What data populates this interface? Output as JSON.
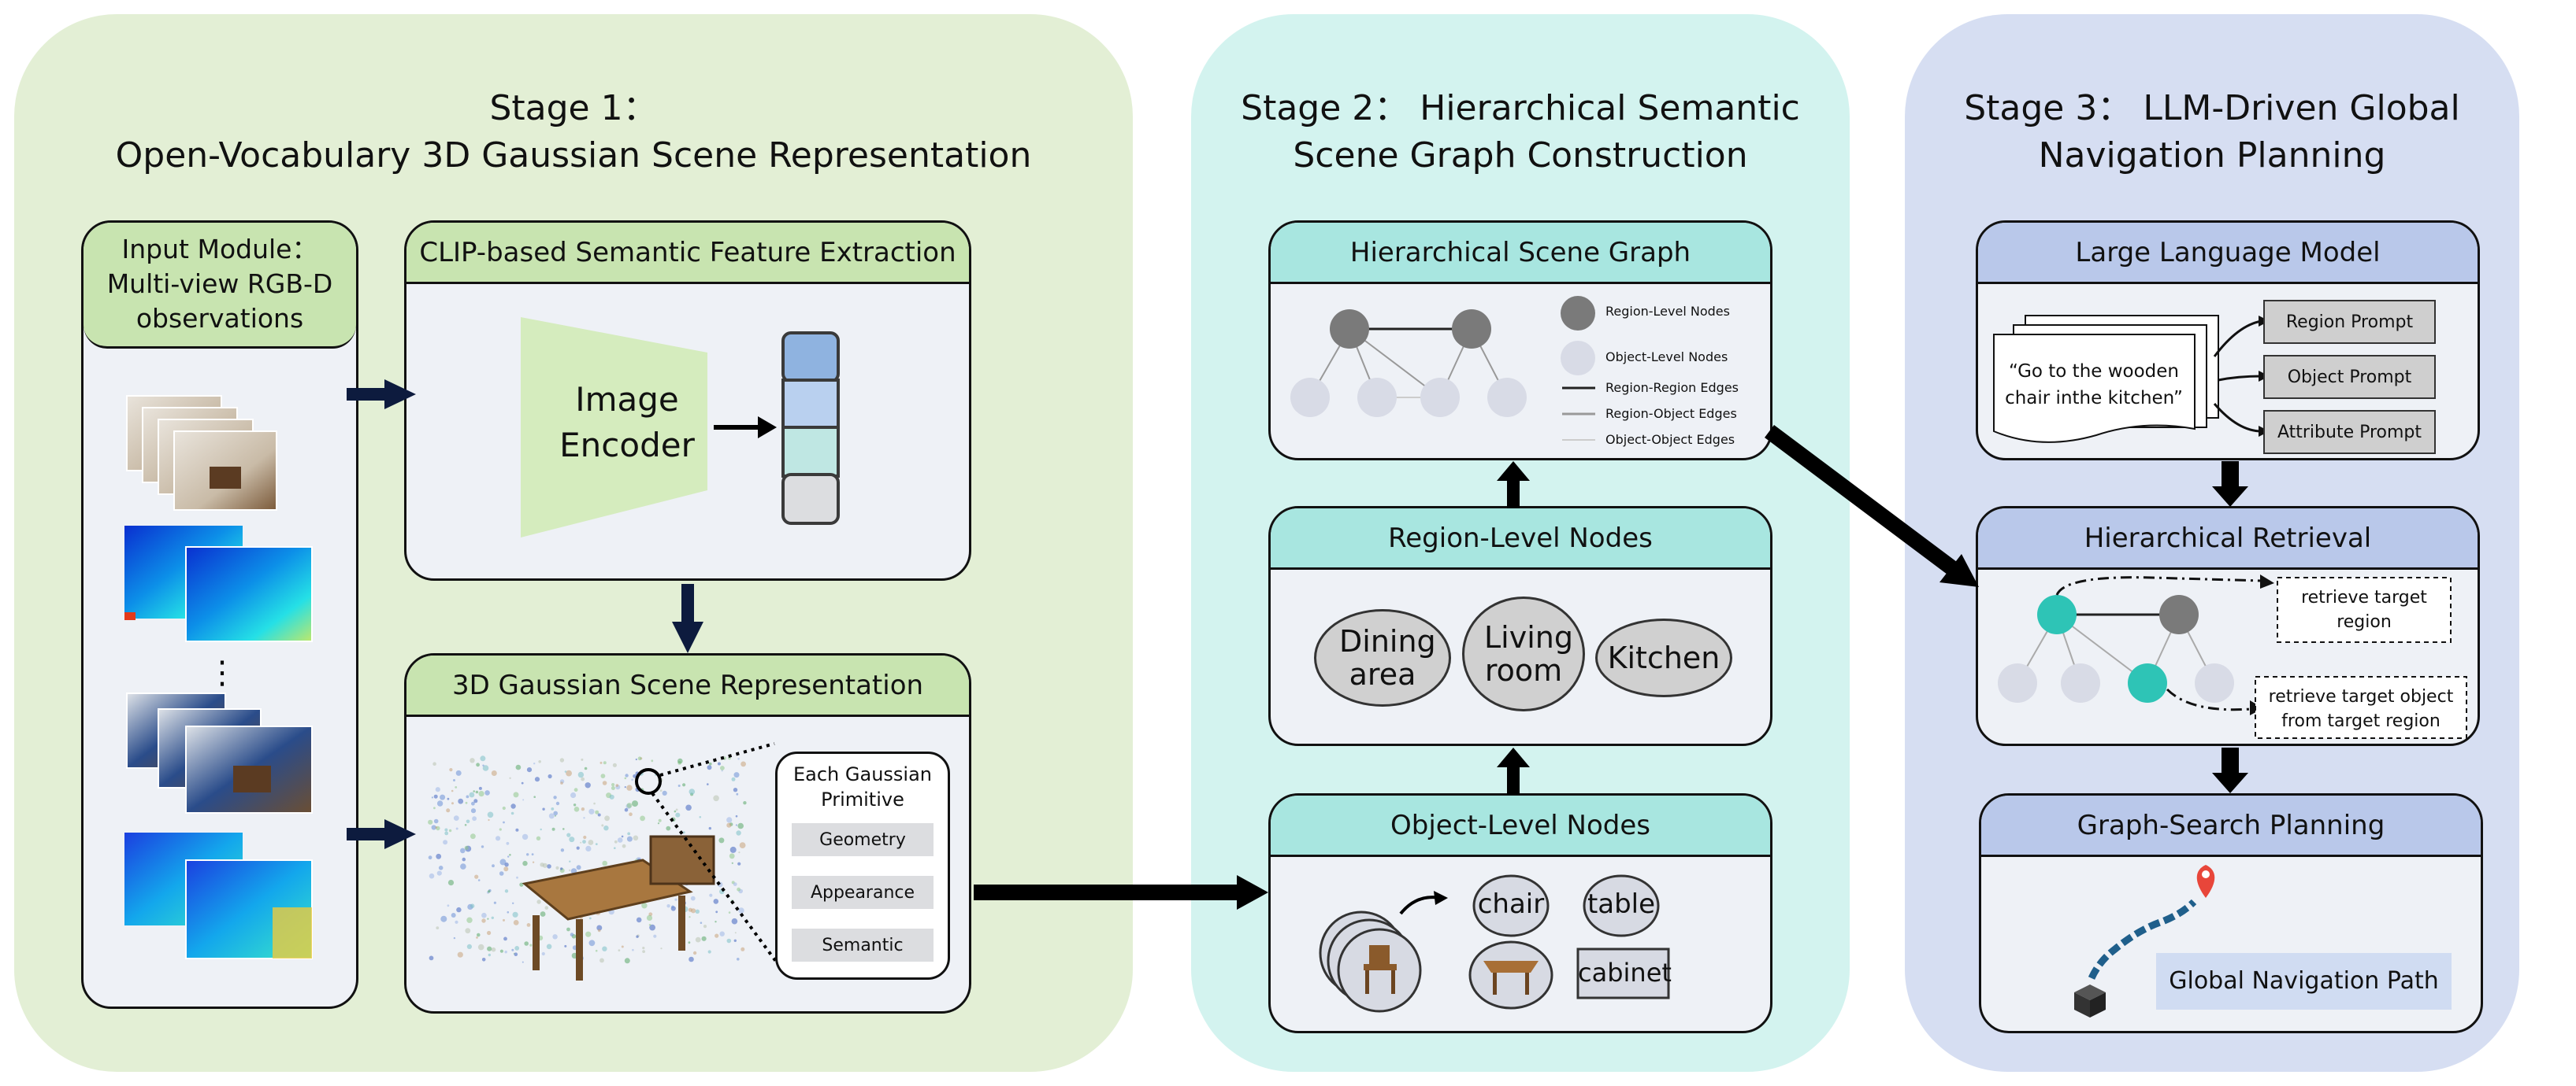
{
  "stage1": {
    "title_line1": "Stage 1：",
    "title_line2": "Open-Vocabulary 3D Gaussian Scene Representation",
    "input_module": {
      "line1": "Input Module：",
      "line2": "Multi-view RGB-D",
      "line3": "observations",
      "ellipsis": "⋮"
    },
    "clip_box": {
      "title": "CLIP-based Semantic Feature Extraction",
      "encoder_line1": "Image",
      "encoder_line2": "Encoder"
    },
    "gaussian_box": {
      "title": "3D Gaussian Scene Representation",
      "primitive_title_line1": "Each Gaussian",
      "primitive_title_line2": "Primitive",
      "attributes": [
        "Geometry",
        "Appearance",
        "Semantic"
      ]
    }
  },
  "stage2": {
    "title_line1": "Stage 2：  Hierarchical Semantic",
    "title_line2": "Scene Graph Construction",
    "scene_graph_box": {
      "title": "Hierarchical  Scene Graph",
      "legend": [
        "Region-Level Nodes",
        "Object-Level Nodes",
        "Region-Region Edges",
        "Region-Object Edges",
        "Object-Object Edges"
      ]
    },
    "region_box": {
      "title": "Region-Level Nodes",
      "regions": [
        "Dining area",
        "Living room",
        "Kitchen"
      ]
    },
    "object_box": {
      "title": "Object-Level Nodes",
      "objects": [
        "chair",
        "table",
        "cabinet"
      ]
    }
  },
  "stage3": {
    "title_line1": "Stage 3：  LLM-Driven Global",
    "title_line2": "Navigation Planning",
    "llm_box": {
      "title": "Large Language Model",
      "query_line1": "“Go to the wooden",
      "query_line2": "chair inthe kitchen”",
      "prompts": [
        "Region Prompt",
        "Object Prompt",
        "Attribute Prompt"
      ]
    },
    "retrieval_box": {
      "title": "Hierarchical Retrieval",
      "note1_line1": "retrieve target",
      "note1_line2": "region",
      "note2_line1": "retrieve target object",
      "note2_line2": "from target region"
    },
    "planning_box": {
      "title": "Graph-Search Planning",
      "path_label": "Global Navigation Path"
    }
  },
  "colors": {
    "stage1_bg": "#e3efd5",
    "stage2_bg": "#d3f3ef",
    "stage3_bg": "#d6def2",
    "green_head": "#c8e4b0",
    "teal_head": "#a8e6e0",
    "blue_head": "#b9c8ea",
    "region_node": "#7a7a7a",
    "object_node": "#d8dbe6",
    "target_node": "#2ec4b6"
  }
}
